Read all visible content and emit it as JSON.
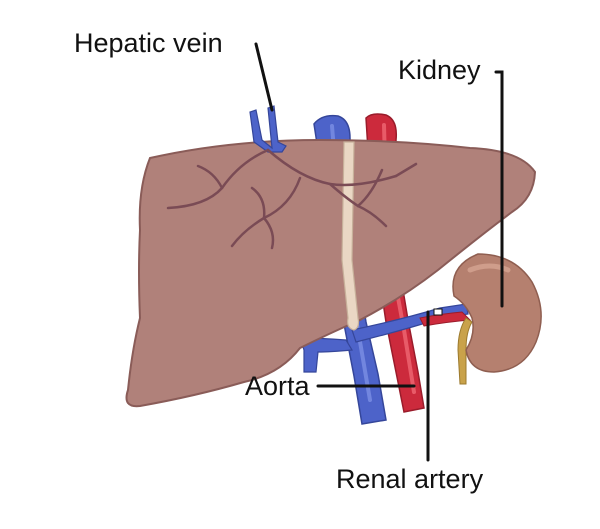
{
  "labels": {
    "hepatic_vein": "Hepatic vein",
    "kidney": "Kidney",
    "aorta": "Aorta",
    "renal_artery": "Renal artery"
  },
  "colors": {
    "liver": "#b0817a",
    "liver_outline": "#8a5c58",
    "vein": "#4d63c9",
    "artery": "#cc2a3c",
    "kidney": "#b5806f",
    "gallbladder": "#8ec89a",
    "ligament": "#ead7c4",
    "ureter": "#c9a24a",
    "hepatic_branch": "#7a4b55",
    "leader": "#111111"
  }
}
